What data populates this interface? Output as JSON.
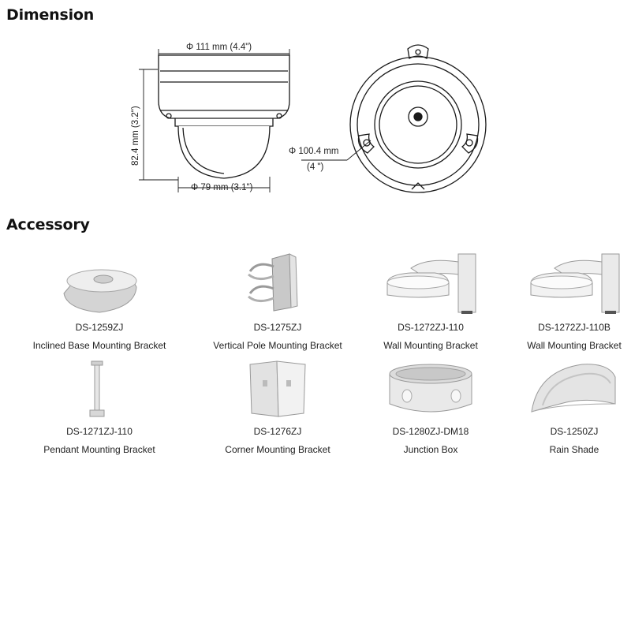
{
  "headings": {
    "dimension": "Dimension",
    "accessory": "Accessory"
  },
  "dimension_labels": {
    "top_width": "Φ  111 mm (4.4\")",
    "height": "82.4 mm (3.2\")",
    "bottom_width": "Φ  79 mm (3.1\")",
    "base_diameter": "Φ  100.4 mm",
    "base_diameter_inch": "(4 \")"
  },
  "accessories": [
    {
      "model": "DS-1259ZJ",
      "name": "Inclined Base Mounting Bracket",
      "icon": "inclined-base-icon"
    },
    {
      "model": "DS-1275ZJ",
      "name": "Vertical Pole Mounting Bracket",
      "icon": "pole-mount-icon"
    },
    {
      "model": "DS-1272ZJ-110",
      "name": "Wall Mounting Bracket",
      "icon": "wall-mount-icon"
    },
    {
      "model": "DS-1272ZJ-110B",
      "name": "Wall Mounting Bracket",
      "icon": "wall-mount-icon"
    },
    {
      "model": "DS-1271ZJ-110",
      "name": "Pendant Mounting Bracket",
      "icon": "pendant-mount-icon"
    },
    {
      "model": "DS-1276ZJ",
      "name": "Corner Mounting Bracket",
      "icon": "corner-mount-icon"
    },
    {
      "model": "DS-1280ZJ-DM18",
      "name": "Junction Box",
      "icon": "junction-box-icon"
    },
    {
      "model": "DS-1250ZJ",
      "name": "Rain Shade",
      "icon": "rain-shade-icon"
    }
  ]
}
